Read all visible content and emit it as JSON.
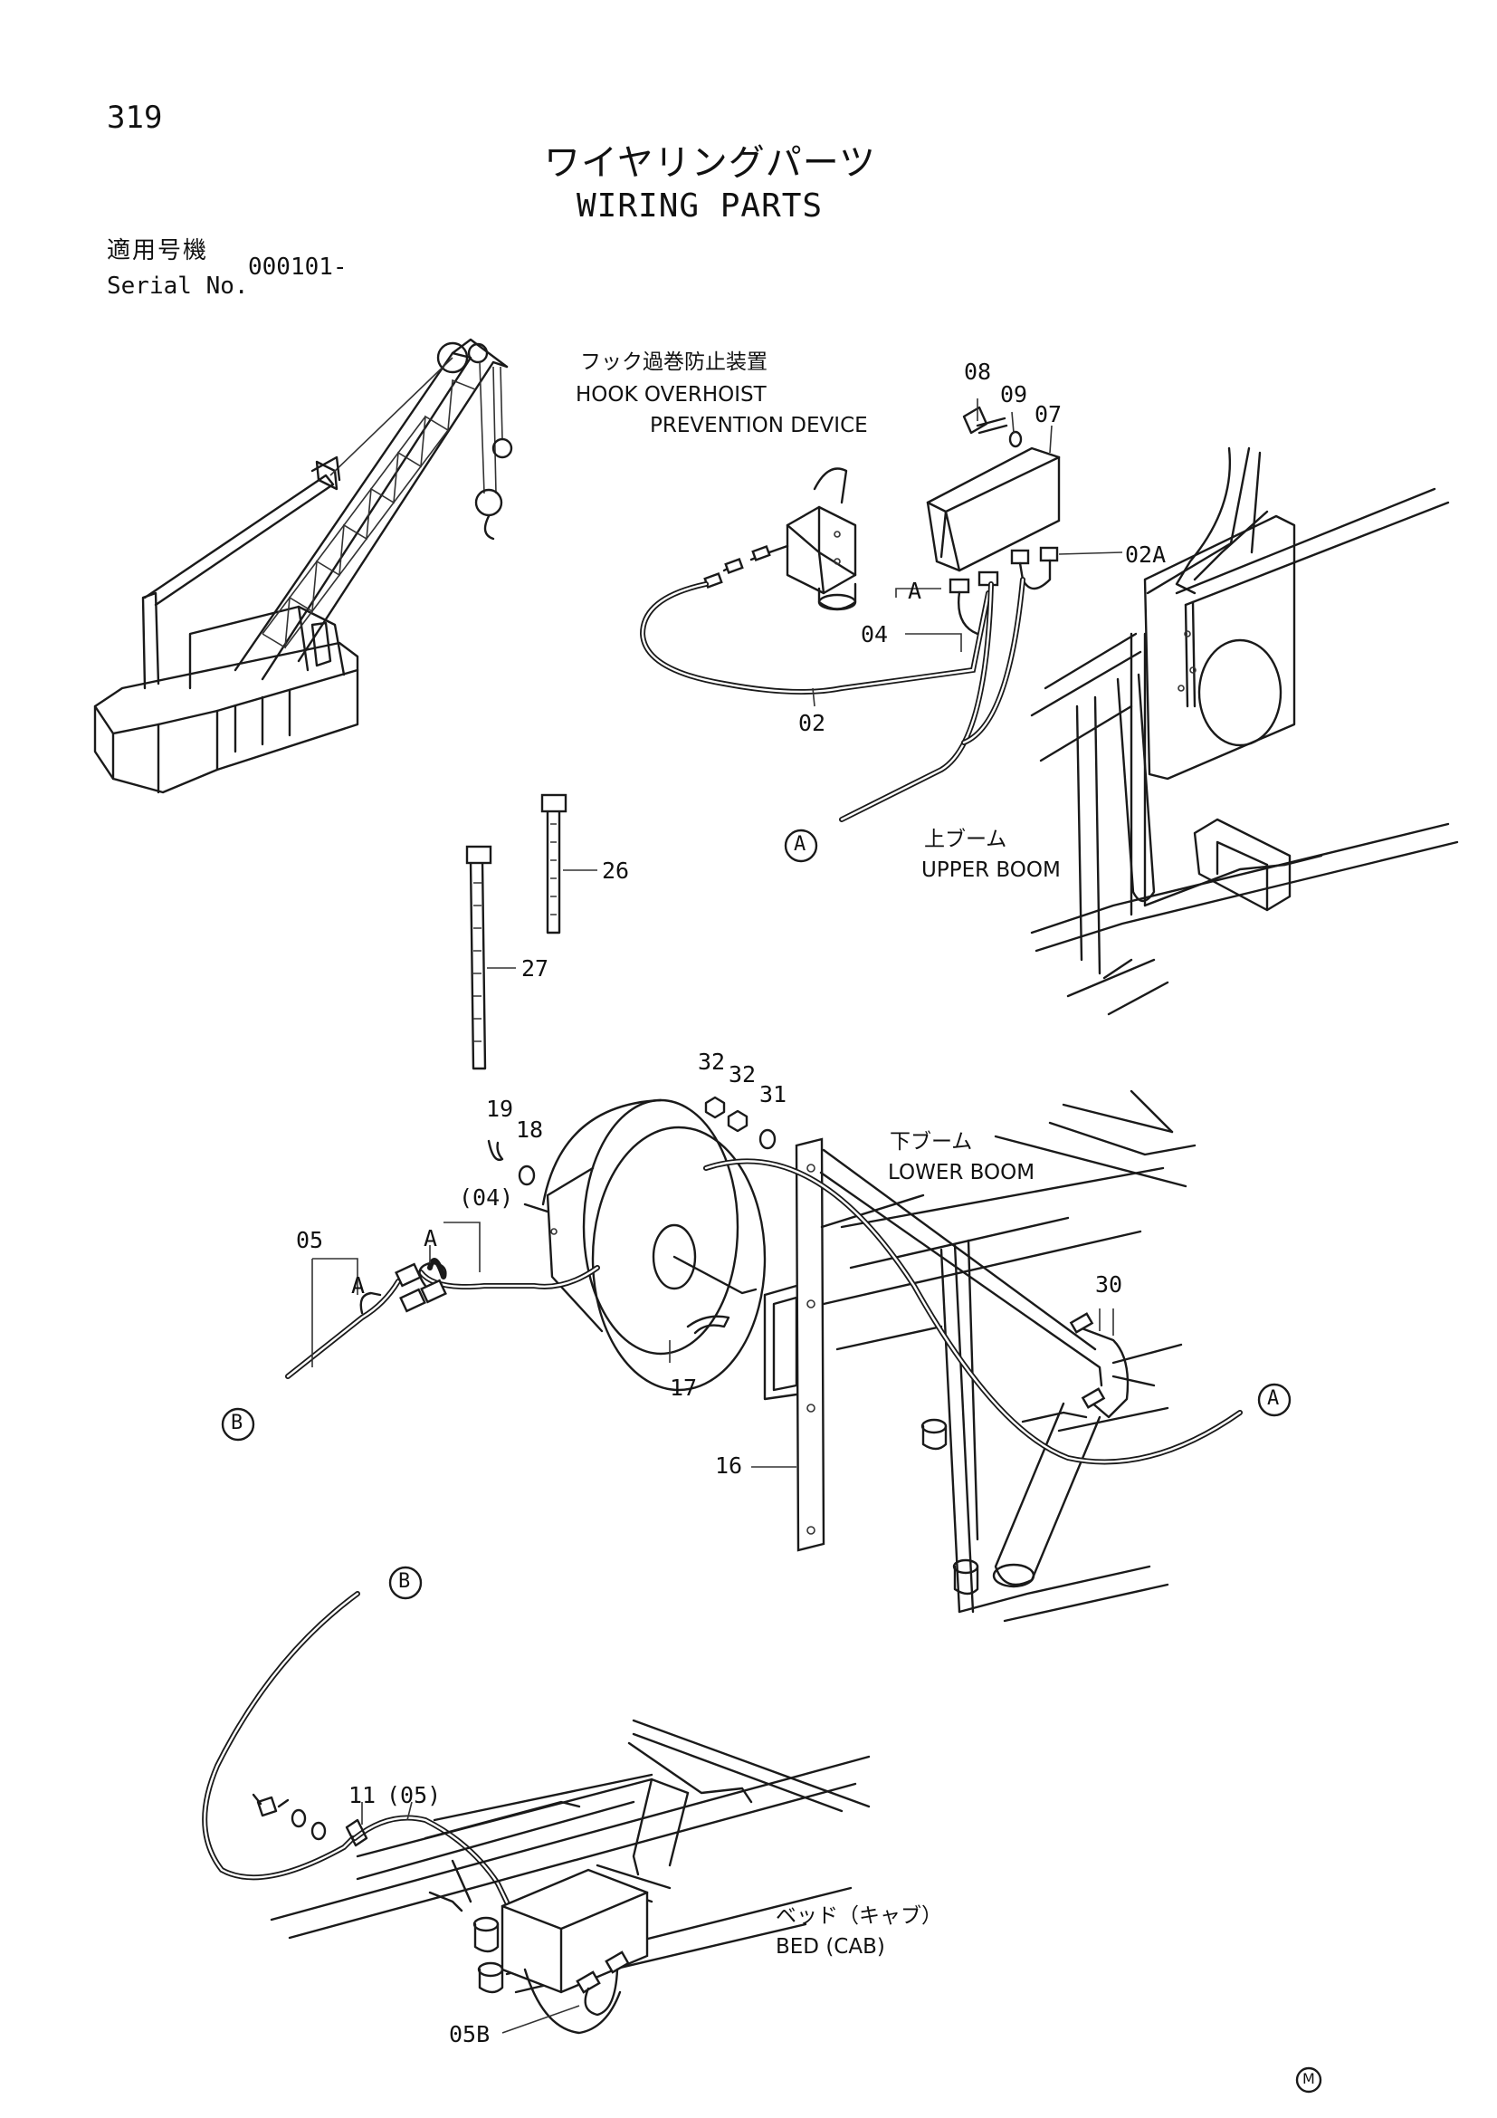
{
  "page": {
    "number": "319",
    "title_ja": "ワイヤリングパーツ",
    "title_en": "WIRING PARTS",
    "serial_label_ja": "適用号機",
    "serial_label_en": "Serial No.",
    "serial_value": "000101-"
  },
  "labels": {
    "hook_ja": "フック過巻防止装置",
    "hook_en_1": "HOOK OVERHOIST",
    "hook_en_2": "PREVENTION DEVICE",
    "upper_ja": "上ブーム",
    "upper_en": "UPPER BOOM",
    "lower_ja": "下ブーム",
    "lower_en": "LOWER BOOM",
    "bed_ja": "ベッド（キャブ）",
    "bed_en": "BED (CAB)"
  },
  "callouts": {
    "p08": "08",
    "p09": "09",
    "p07": "07",
    "p02A": "02A",
    "pA1": "A",
    "p04": "04",
    "p02": "02",
    "p26": "26",
    "p27": "27",
    "p32a": "32",
    "p32b": "32",
    "p31": "31",
    "p19": "19",
    "p18": "18",
    "p04b": "(04)",
    "p05": "05",
    "pA2": "A",
    "pA3": "A",
    "p30": "30",
    "p17": "17",
    "p16": "16",
    "p11": "11",
    "p05c": "(05)",
    "p05B": "05B"
  },
  "markers": {
    "a1": "A",
    "a2": "A",
    "b1": "B",
    "b2": "B",
    "m": "M"
  }
}
